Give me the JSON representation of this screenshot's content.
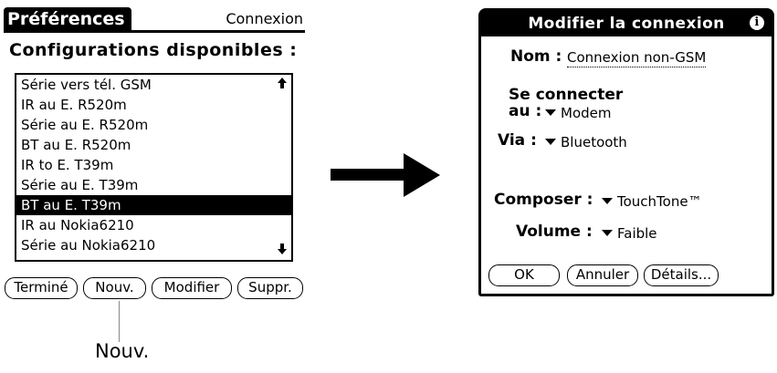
{
  "left_screen": {
    "title": "Préférences",
    "tab_right": "Connexion",
    "section_heading": "Configurations disponibles :",
    "list_items": [
      "Série vers tél. GSM",
      "IR au E. R520m",
      "Série au E. R520m",
      "BT au E. R520m",
      "IR to E. T39m",
      "Série au E. T39m",
      "BT au E. T39m",
      "IR au Nokia6210",
      "Série au Nokia6210"
    ],
    "selected_index": 6,
    "scroll_up_icon": "arrow-up-icon",
    "scroll_down_icon": "arrow-down-icon",
    "buttons": {
      "done": "Terminé",
      "new": "Nouv.",
      "modify": "Modifier",
      "delete": "Suppr."
    }
  },
  "callout": {
    "label": "Nouv."
  },
  "arrow_icon": "right-arrow-icon",
  "dialog": {
    "title": "Modifier la connexion",
    "info_icon": "info-icon",
    "name_label": "Nom :",
    "name_value": "Connexion non-GSM",
    "connect_label_line1": "Se connecter",
    "connect_label_line2": "au :",
    "connect_value": "Modem",
    "via_label": "Via :",
    "via_value": "Bluetooth",
    "dial_label": "Composer :",
    "dial_value": "TouchTone™",
    "volume_label": "Volume :",
    "volume_value": "Faible",
    "buttons": {
      "ok": "OK",
      "cancel": "Annuler",
      "details": "Détails..."
    }
  }
}
